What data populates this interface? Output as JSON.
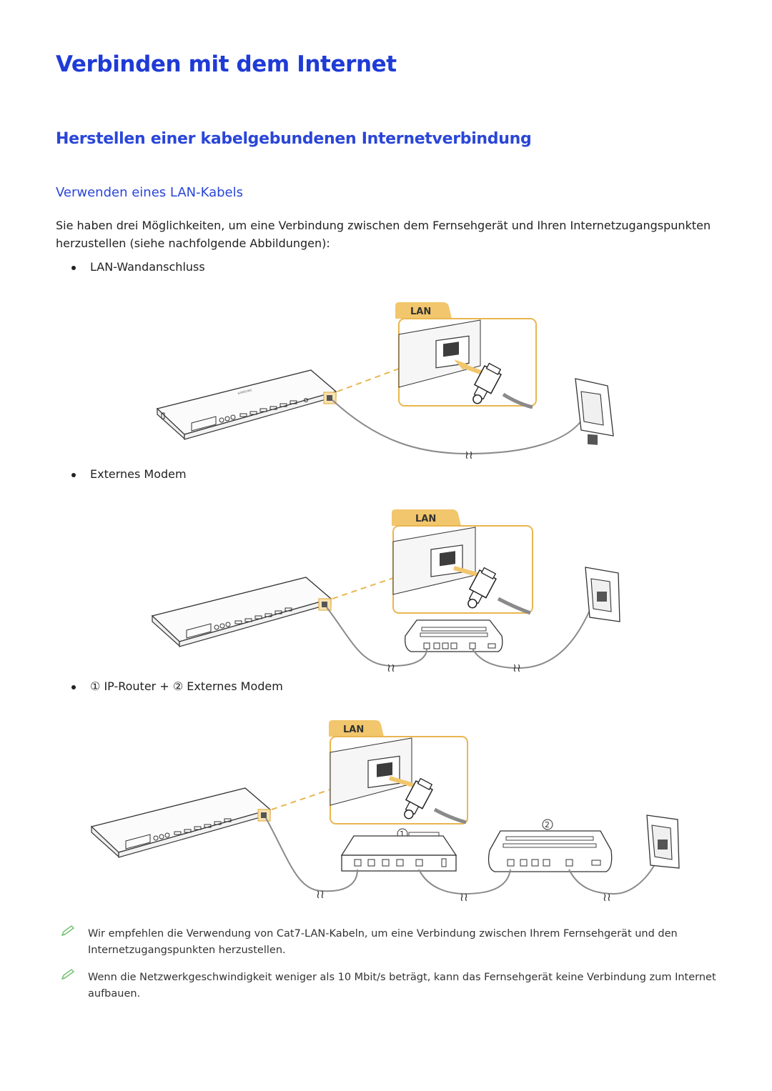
{
  "title": "Verbinden mit dem Internet",
  "subtitle": "Herstellen einer kabelgebundenen Internetverbindung",
  "section": "Verwenden eines LAN-Kabels",
  "intro": "Sie haben drei Möglichkeiten, um eine Verbindung zwischen dem Fernsehgerät und Ihren Internetzugangspunkten herzustellen (siehe nachfolgende Abbildungen):",
  "options": [
    {
      "label": "LAN-Wandanschluss"
    },
    {
      "label": "Externes Modem"
    },
    {
      "num1": "①",
      "part1": "IP-Router +",
      "num2": "②",
      "part2": "Externes Modem"
    }
  ],
  "figure_labels": {
    "lan": "LAN",
    "router_num": "1",
    "modem_num": "2"
  },
  "notes": [
    "Wir empfehlen die Verwendung von Cat7-LAN-Kabeln, um eine Verbindung zwischen Ihrem Fernsehgerät und den Internetzugangspunkten herzustellen.",
    "Wenn die Netzwerkgeschwindigkeit weniger als 10 Mbit/s beträgt, kann das Fernsehgerät keine Verbindung zum Internet aufbauen."
  ],
  "colors": {
    "heading": "#1f3bd6",
    "lan_tab": "#f2c66c",
    "zoom_border": "#e9b64f",
    "cable": "#8a8a8a"
  },
  "icons": [
    "pencil-note-icon",
    "one-connect-box",
    "wall-socket",
    "lan-port",
    "lan-plug",
    "modem",
    "router"
  ]
}
